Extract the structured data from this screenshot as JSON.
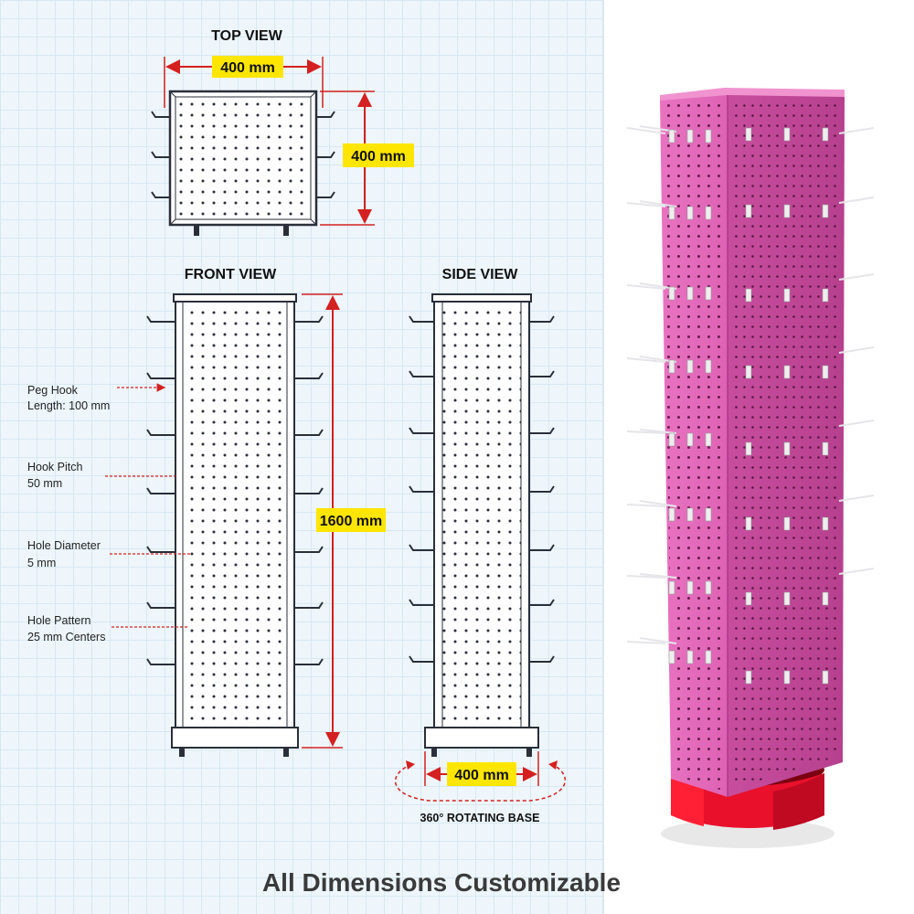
{
  "views": {
    "top": {
      "title": "TOP VIEW",
      "width_label": "400 mm",
      "depth_label": "400 mm"
    },
    "front": {
      "title": "FRONT VIEW",
      "height_label": "1600 mm"
    },
    "side": {
      "title": "SIDE VIEW",
      "width_label": "400 mm",
      "base_label": "360° ROTATING BASE"
    }
  },
  "callouts": [
    {
      "line1": "Peg Hook",
      "line2": "Length: 100 mm"
    },
    {
      "line1": "Hook Pitch",
      "line2": "50 mm"
    },
    {
      "line1": "Hole Diameter",
      "line2": "5 mm"
    },
    {
      "line1": "Hole Pattern",
      "line2": "25 mm Centers"
    }
  ],
  "footer": "All Dimensions Customizable",
  "colors": {
    "dimension_line": "#d42020",
    "label_fill": "#ffe600",
    "product_pink": "#e06ab8",
    "base_red": "#e8102a"
  }
}
